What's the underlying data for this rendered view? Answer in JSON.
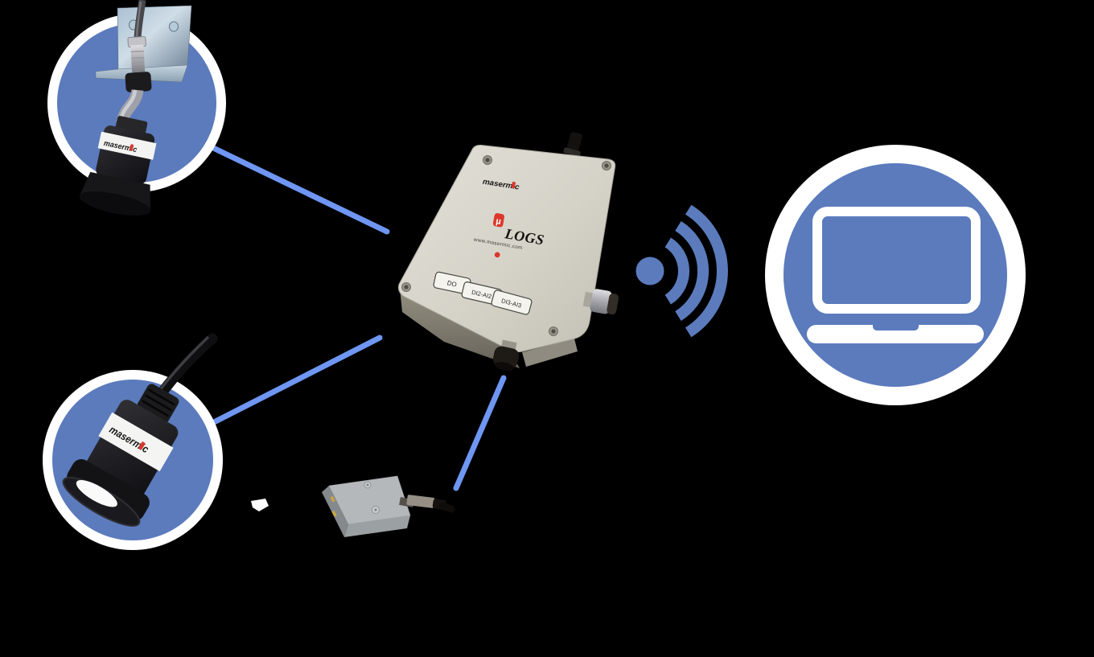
{
  "background": "#000000",
  "palette": {
    "circle_blue": "#5b7bbd",
    "link_blue": "#6e96f2",
    "ring_white": "#ffffff",
    "device_body": "#d7d4cb",
    "logo_red": "#dd372b"
  },
  "icons": {
    "wifi": "wifi-signal-icon",
    "laptop": "laptop-icon"
  },
  "device": {
    "brand": "masermic",
    "logo_mu": "µ",
    "logo_text": "LOGS",
    "website": "www.masermic.com",
    "port_labels": [
      "DO",
      "DI2-AI2",
      "DI3-AI3"
    ]
  },
  "sensors": {
    "top_band_brand": "masermic",
    "bottom_band_brand": "masermic"
  }
}
